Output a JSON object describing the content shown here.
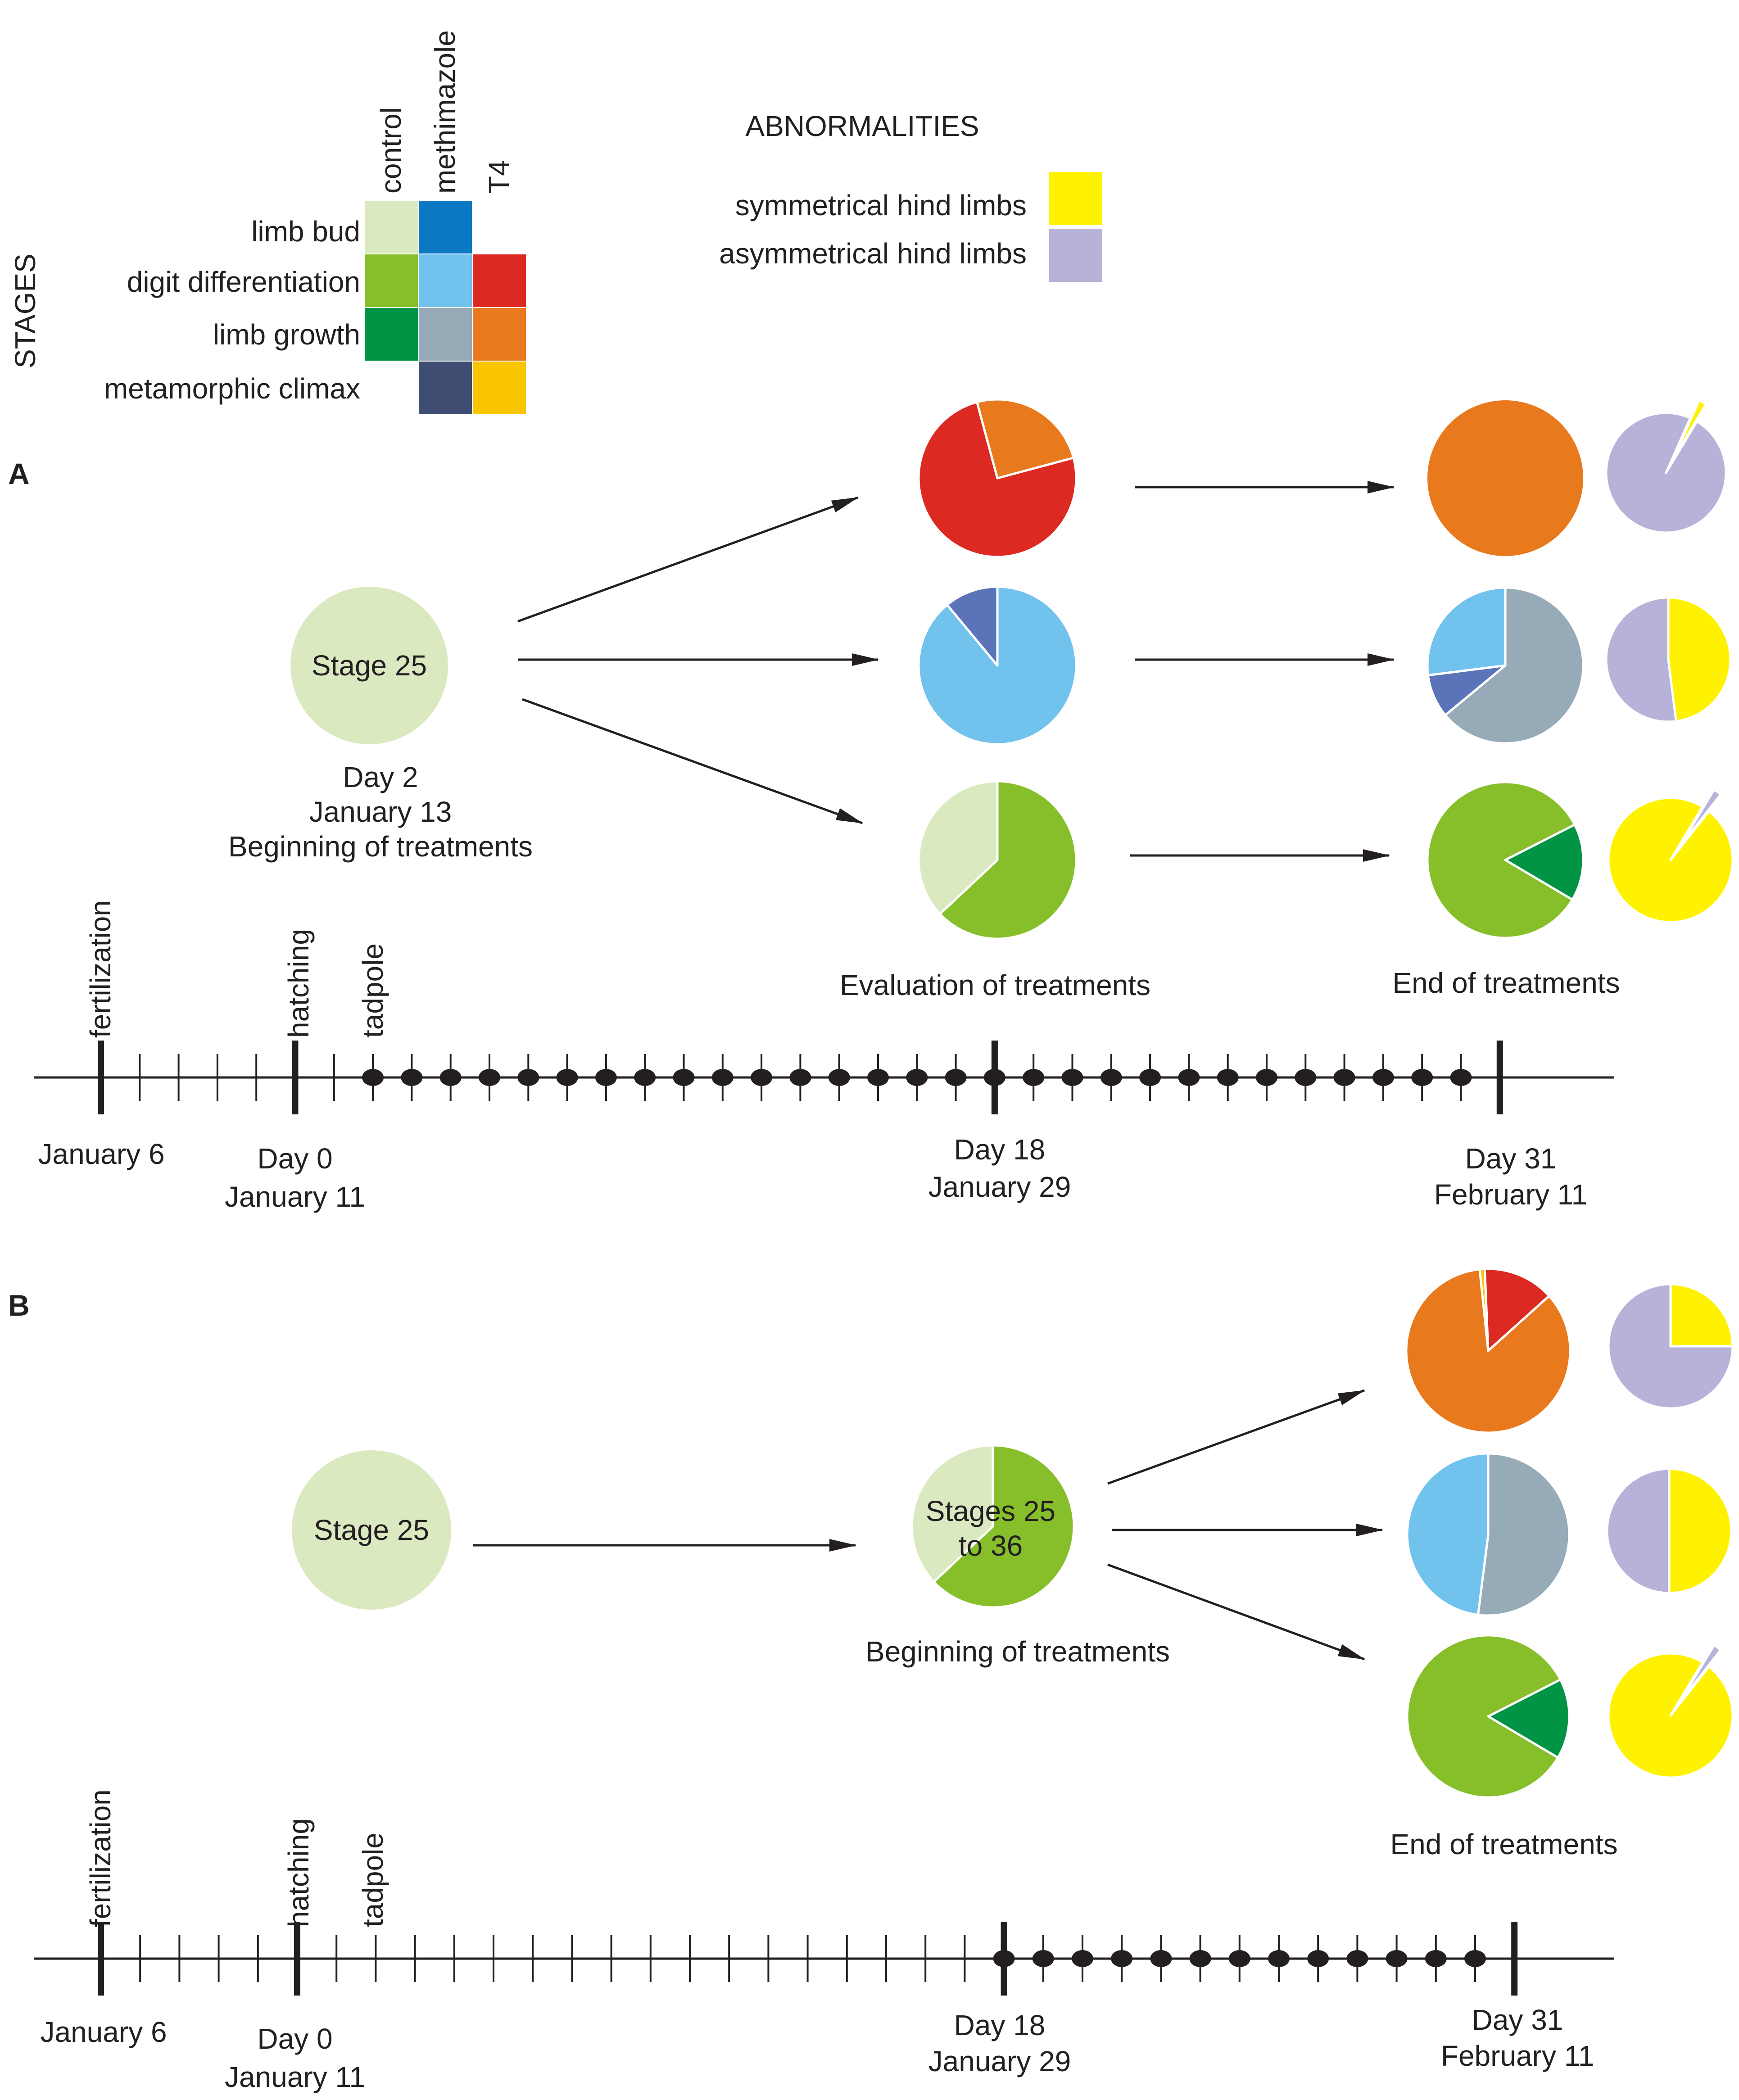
{
  "colors": {
    "control_limb_bud": "#dbe9c1",
    "control_digit_differentiation": "#86bf2a",
    "control_limb_growth": "#009444",
    "methimazole_limb_bud": "#0a78c2",
    "methimazole_digit_differentiation": "#72c2ee",
    "methimazole_limb_growth": "#96aab8",
    "methimazole_metamorphic_climax": "#3f4d72",
    "methimazole_mix": "#5b73b8",
    "t4_digit_differentiation": "#dc2921",
    "t4_limb_growth": "#e8791c",
    "t4_metamorphic_climax": "#f8c500",
    "symmetrical": "#fff200",
    "asymmetrical": "#b7b2d8",
    "line": "#231f20"
  },
  "legend": {
    "stages_title": "STAGES",
    "columns": [
      "control",
      "methimazole",
      "T4"
    ],
    "rows": [
      "limb bud",
      "digit differentiation",
      "limb growth",
      "metamorphic climax"
    ],
    "abnormalities_title": "ABNORMALITIES",
    "abnormalities": [
      "symmetrical hind limbs",
      "asymmetrical hind limbs"
    ]
  },
  "panelA": {
    "label": "A",
    "start_node": "Stage 25",
    "start_caption": [
      "Day 2",
      "January 13",
      "Beginning of treatments"
    ],
    "evaluation_caption": "Evaluation of treatments",
    "end_caption": "End of treatments",
    "timeline": {
      "events": [
        "fertilization",
        "hatching",
        "tadpole"
      ],
      "dates": [
        [
          "January 6"
        ],
        [
          "Day 0",
          "January 11"
        ],
        [
          "Day 18",
          "January 29"
        ],
        [
          "Day 31",
          "February 11"
        ]
      ]
    }
  },
  "panelB": {
    "label": "B",
    "start_node": "Stage 25",
    "mid_node": [
      "Stages 25",
      "to 36"
    ],
    "mid_caption": "Beginning of treatments",
    "end_caption": "End of treatments",
    "timeline": {
      "events": [
        "fertilization",
        "hatching",
        "tadpole"
      ],
      "dates": [
        [
          "January 6"
        ],
        [
          "Day 0",
          "January 11"
        ],
        [
          "Day 18",
          "January 29"
        ],
        [
          "Day 31",
          "February 11"
        ]
      ]
    }
  },
  "chart_data": [
    {
      "type": "pie",
      "id": "A-eval-T4",
      "slices": [
        {
          "stage": "digit differentiation",
          "value": 0.75
        },
        {
          "stage": "limb growth",
          "value": 0.25
        }
      ]
    },
    {
      "type": "pie",
      "id": "A-eval-methimazole",
      "slices": [
        {
          "stage": "digit differentiation",
          "value": 0.89
        },
        {
          "stage": "limb bud",
          "value": 0.11
        }
      ]
    },
    {
      "type": "pie",
      "id": "A-eval-control",
      "slices": [
        {
          "stage": "digit differentiation",
          "value": 0.63
        },
        {
          "stage": "limb bud",
          "value": 0.37
        }
      ]
    },
    {
      "type": "pie",
      "id": "A-end-T4",
      "slices": [
        {
          "stage": "limb growth",
          "value": 1.0
        }
      ]
    },
    {
      "type": "pie",
      "id": "A-end-T4-abnormal",
      "slices": [
        {
          "stage": "asymmetrical hind limbs",
          "value": 0.98
        },
        {
          "stage": "symmetrical hind limbs",
          "value": 0.02
        }
      ]
    },
    {
      "type": "pie",
      "id": "A-end-methimazole",
      "slices": [
        {
          "stage": "limb growth",
          "value": 0.64
        },
        {
          "stage": "mixed",
          "value": 0.09
        },
        {
          "stage": "digit differentiation",
          "value": 0.27
        }
      ]
    },
    {
      "type": "pie",
      "id": "A-end-methimazole-abnormal",
      "slices": [
        {
          "stage": "symmetrical hind limbs",
          "value": 0.48
        },
        {
          "stage": "asymmetrical hind limbs",
          "value": 0.52
        }
      ]
    },
    {
      "type": "pie",
      "id": "A-end-control",
      "slices": [
        {
          "stage": "limb growth",
          "value": 0.16
        },
        {
          "stage": "digit differentiation",
          "value": 0.84
        }
      ]
    },
    {
      "type": "pie",
      "id": "A-end-control-abnormal",
      "slices": [
        {
          "stage": "asymmetrical hind limbs",
          "value": 0.02
        },
        {
          "stage": "symmetrical hind limbs",
          "value": 0.98
        }
      ]
    },
    {
      "type": "pie",
      "id": "B-mid",
      "slices": [
        {
          "stage": "digit differentiation",
          "value": 0.63
        },
        {
          "stage": "limb bud",
          "value": 0.37
        }
      ]
    },
    {
      "type": "pie",
      "id": "B-end-T4",
      "slices": [
        {
          "stage": "metamorphic climax",
          "value": 0.01
        },
        {
          "stage": "digit differentiation",
          "value": 0.14
        },
        {
          "stage": "limb growth",
          "value": 0.85
        }
      ]
    },
    {
      "type": "pie",
      "id": "B-end-T4-abnormal",
      "slices": [
        {
          "stage": "symmetrical hind limbs",
          "value": 0.25
        },
        {
          "stage": "asymmetrical hind limbs",
          "value": 0.75
        }
      ]
    },
    {
      "type": "pie",
      "id": "B-end-methimazole",
      "slices": [
        {
          "stage": "limb growth",
          "value": 0.52
        },
        {
          "stage": "digit differentiation",
          "value": 0.48
        }
      ]
    },
    {
      "type": "pie",
      "id": "B-end-methimazole-abnormal",
      "slices": [
        {
          "stage": "symmetrical hind limbs",
          "value": 0.5
        },
        {
          "stage": "asymmetrical hind limbs",
          "value": 0.5
        }
      ]
    },
    {
      "type": "pie",
      "id": "B-end-control",
      "slices": [
        {
          "stage": "limb growth",
          "value": 0.16
        },
        {
          "stage": "digit differentiation",
          "value": 0.84
        }
      ]
    },
    {
      "type": "pie",
      "id": "B-end-control-abnormal",
      "slices": [
        {
          "stage": "asymmetrical hind limbs",
          "value": 0.02
        },
        {
          "stage": "symmetrical hind limbs",
          "value": 0.98
        }
      ]
    }
  ]
}
